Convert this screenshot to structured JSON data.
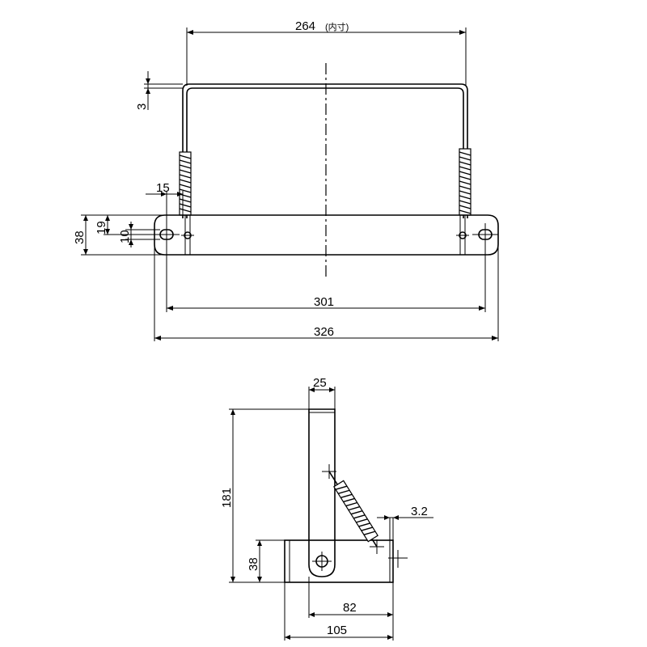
{
  "front_view": {
    "dim_inner_width": "264",
    "dim_inner_note": "(内寸)",
    "dim_wire": "3",
    "dim_offset": "15",
    "dim_plate_height": "38",
    "dim_hole_height": "19",
    "dim_hole_dia": "10",
    "dim_hole_pitch": "301",
    "dim_total_length": "326"
  },
  "side_view": {
    "dim_arm_width": "25",
    "dim_total_height": "181",
    "dim_thickness": "3.2",
    "dim_base_height": "38",
    "dim_arm_to_edge": "82",
    "dim_base_length": "105"
  }
}
